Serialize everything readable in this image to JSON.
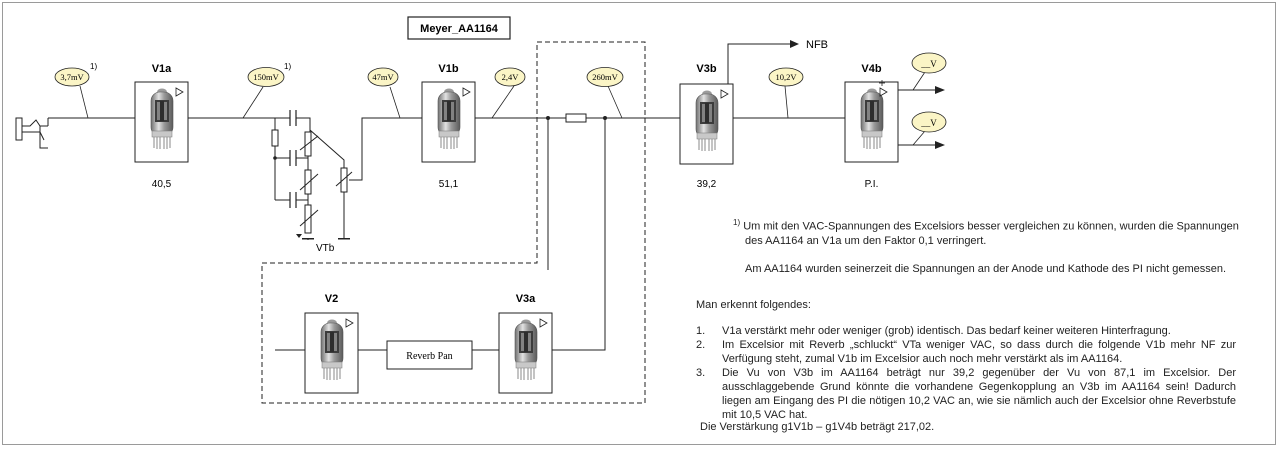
{
  "title": "Meyer_AA1164",
  "tubes": {
    "v1a": {
      "label": "V1a",
      "gain": "40,5"
    },
    "v1b": {
      "label": "V1b",
      "gain": "51,1"
    },
    "v3b": {
      "label": "V3b",
      "gain": "39,2"
    },
    "v4b": {
      "label": "V4b",
      "gain": "P.I."
    },
    "v2": {
      "label": "V2"
    },
    "v3a": {
      "label": "V3a"
    }
  },
  "voltages": {
    "in": "3,7mV",
    "tone": "150mV",
    "v1b_in": "47mV",
    "v1b_out": "2,4V",
    "reverb": "260mV",
    "v4b_in": "10,2V",
    "out1": "__V",
    "out2": "__V"
  },
  "footnote_marks": {
    "in": "1)",
    "tone": "1)"
  },
  "labels": {
    "nfb": "NFB",
    "vtb": "VTb",
    "reverb_pan": "Reverb Pan"
  },
  "notes": {
    "footnote_mark": "1)",
    "footnote_line1": "Um mit den VAC-Spannungen des Excelsiors besser  vergleichen zu können, wurden die Spannungen",
    "footnote_line2": "des AA1164 an V1a um den Faktor 0,1 verringert.",
    "pi_note": "Am AA1164 wurden seinerzeit die Spannungen  an der Anode und Kathode des PI nicht gemessen.",
    "intro": "Man erkennt folgendes:",
    "items": [
      {
        "num": "1.",
        "text": "V1a verstärkt mehr oder weniger (grob) identisch. Das bedarf keiner weiteren Hinterfragung."
      },
      {
        "num": "2.",
        "text": "Im Excelsior mit Reverb  „schluckt“ VTa weniger VAC, so dass durch die folgende V1b mehr NF zur Verfügung steht, zumal V1b im Excelsior auch noch mehr verstärkt als im AA1164."
      },
      {
        "num": "3.",
        "text": "Die Vu von V3b im AA1164 beträgt nur 39,2 gegenüber der Vu von 87,1 im Excelsior. Der ausschlaggebende Grund könnte die vorhandene Gegenkopplung an V3b im AA1164 sein! Dadurch liegen am Eingang des PI die nötigen 10,2 VAC an, wie sie nämlich auch der Excelsior ohne Reverbstufe mit 10,5 VAC hat."
      }
    ],
    "summary": "Die Verstärkung g1V1b – g1V4b beträgt 217,02."
  }
}
